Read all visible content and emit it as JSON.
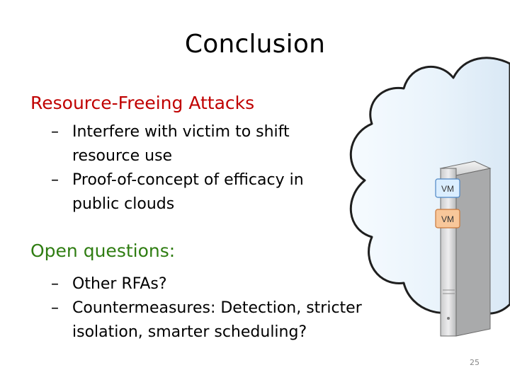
{
  "slide": {
    "title": "Conclusion",
    "sections": [
      {
        "heading": "Resource-Freeing Attacks",
        "bullets": [
          "Interfere with victim to shift resource use",
          "Proof-of-concept of efficacy in public clouds"
        ]
      },
      {
        "heading": "Open questions:",
        "bullets": [
          "Other RFAs?",
          "Countermeasures: Detection, stricter isolation, smarter scheduling?"
        ]
      }
    ],
    "bullet_marker": "–",
    "page_number": "25"
  },
  "illustration": {
    "icon": "cloud-server-icon",
    "vm_labels": [
      "VM",
      "VM"
    ]
  },
  "colors": {
    "heading_red": "#c00000",
    "heading_green": "#2f7d12",
    "vm_blue": "#dbeeff",
    "vm_orange": "#f8c79a"
  }
}
